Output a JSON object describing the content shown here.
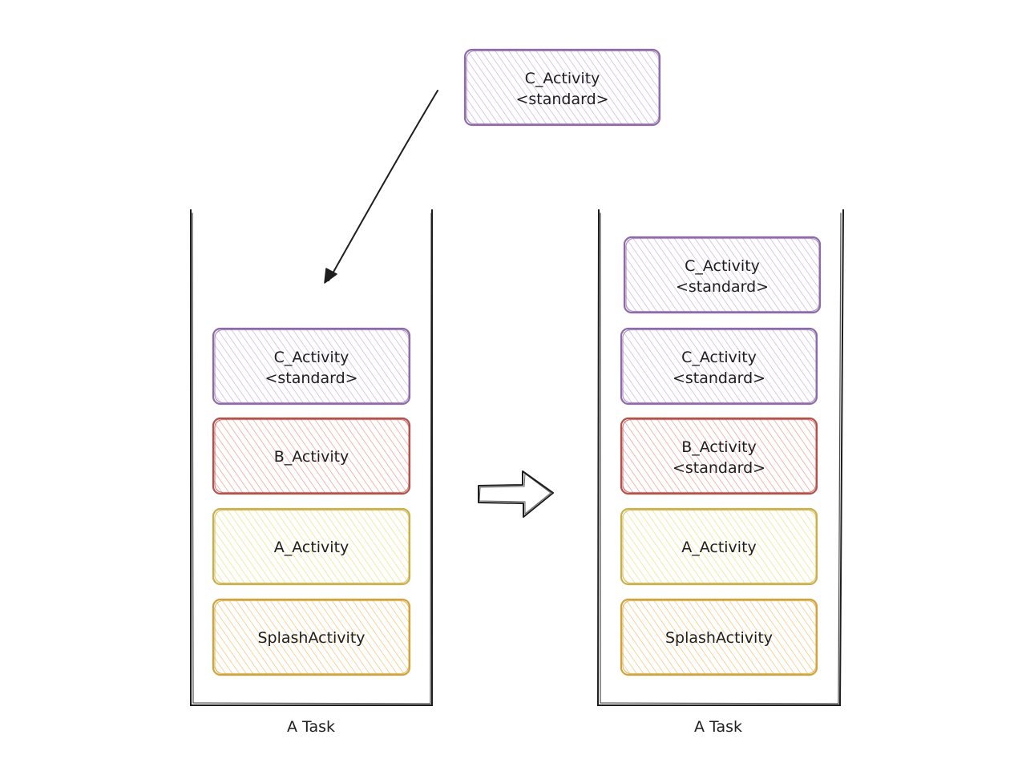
{
  "colors": {
    "purple": {
      "stroke": "#8e6ba8",
      "fill": "#d9c9ea"
    },
    "red": {
      "stroke": "#b5504a",
      "fill": "#f2b8b5"
    },
    "yellow": {
      "stroke": "#c9b04a",
      "fill": "#f6e7a8"
    },
    "orange": {
      "stroke": "#d4a23a",
      "fill": "#f7d49a"
    },
    "ink": "#1e1e1e"
  },
  "incoming": {
    "line1": "C_Activity",
    "line2": "<standard>",
    "color": "purple"
  },
  "before": {
    "label": "A Task",
    "boxes": [
      {
        "line1": "C_Activity",
        "line2": "<standard>",
        "color": "purple"
      },
      {
        "line1": "B_Activity",
        "line2": "",
        "color": "red"
      },
      {
        "line1": "A_Activity",
        "line2": "",
        "color": "yellow"
      },
      {
        "line1": "SplashActivity",
        "line2": "",
        "color": "orange"
      }
    ]
  },
  "after": {
    "label": "A Task",
    "boxes": [
      {
        "line1": "C_Activity",
        "line2": "<standard>",
        "color": "purple"
      },
      {
        "line1": "C_Activity",
        "line2": "<standard>",
        "color": "purple"
      },
      {
        "line1": "B_Activity",
        "line2": "<standard>",
        "color": "red"
      },
      {
        "line1": "A_Activity",
        "line2": "",
        "color": "yellow"
      },
      {
        "line1": "SplashActivity",
        "line2": "",
        "color": "orange"
      }
    ]
  }
}
